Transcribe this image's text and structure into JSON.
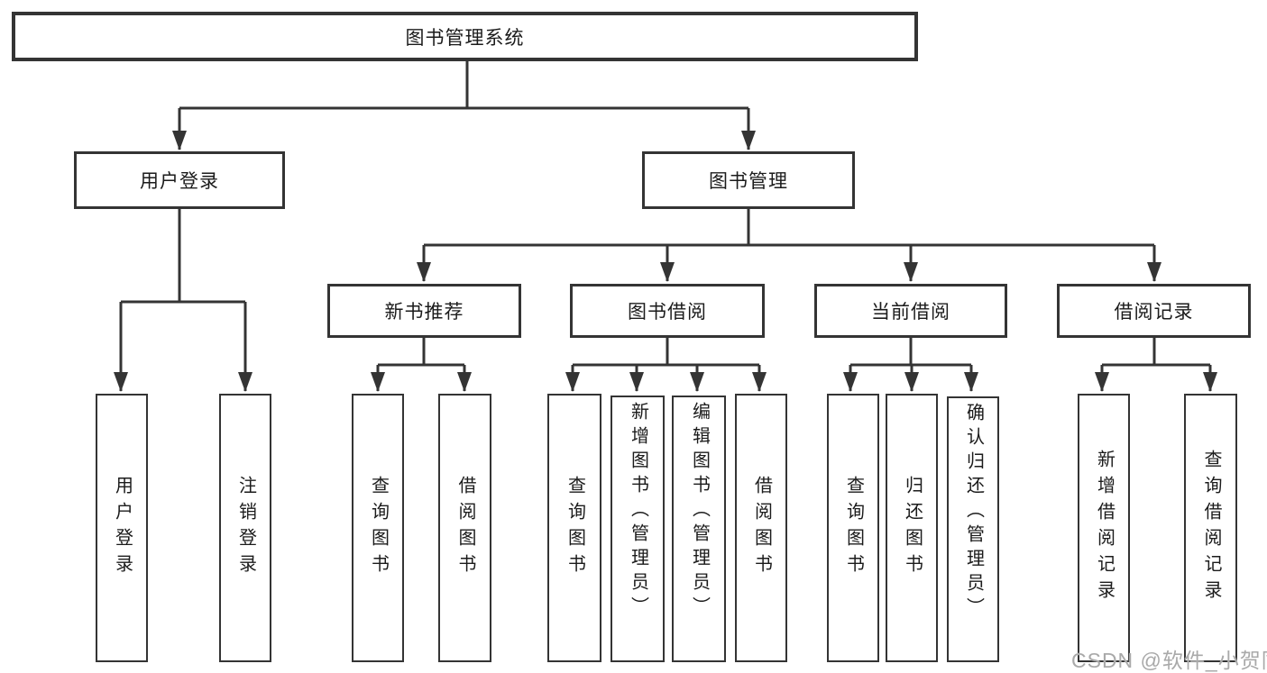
{
  "colors": {
    "line": "#343434",
    "text": "#1b1b1b",
    "box_background": "#ffffff",
    "watermark": "#a9a9a9"
  },
  "watermark": {
    "text": "CSDN @软件_小贺同学"
  },
  "tree": {
    "root": {
      "label": "图书管理系统"
    },
    "branches": [
      {
        "label": "用户登录",
        "children": [
          {
            "label": "用户登录"
          },
          {
            "label": "注销登录"
          }
        ]
      },
      {
        "label": "图书管理",
        "children": [
          {
            "label": "新书推荐",
            "children": [
              {
                "label": "查询图书"
              },
              {
                "label": "借阅图书"
              }
            ]
          },
          {
            "label": "图书借阅",
            "children": [
              {
                "label": "查询图书"
              },
              {
                "label": "新增图书（管理员）"
              },
              {
                "label": "编辑图书（管理员）"
              },
              {
                "label": "借阅图书"
              }
            ]
          },
          {
            "label": "当前借阅",
            "children": [
              {
                "label": "查询图书"
              },
              {
                "label": "归还图书"
              },
              {
                "label": "确认归还（管理员）"
              }
            ]
          },
          {
            "label": "借阅记录",
            "children": [
              {
                "label": "新增借阅记录"
              },
              {
                "label": "查询借阅记录"
              }
            ]
          }
        ]
      }
    ]
  }
}
